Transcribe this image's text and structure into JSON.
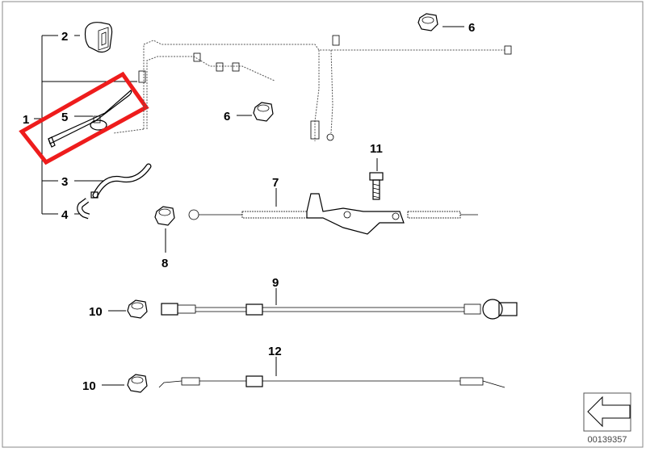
{
  "callouts": {
    "c1": "1",
    "c2": "2",
    "c3": "3",
    "c4": "4",
    "c5": "5",
    "c6a": "6",
    "c6b": "6",
    "c7": "7",
    "c8": "8",
    "c9": "9",
    "c10a": "10",
    "c10b": "10",
    "c11": "11",
    "c12": "12"
  },
  "diagram_code": "00139357",
  "highlight_color": "#ee1c1c",
  "icons": {
    "nav_arrow": "arrow-left-icon"
  }
}
